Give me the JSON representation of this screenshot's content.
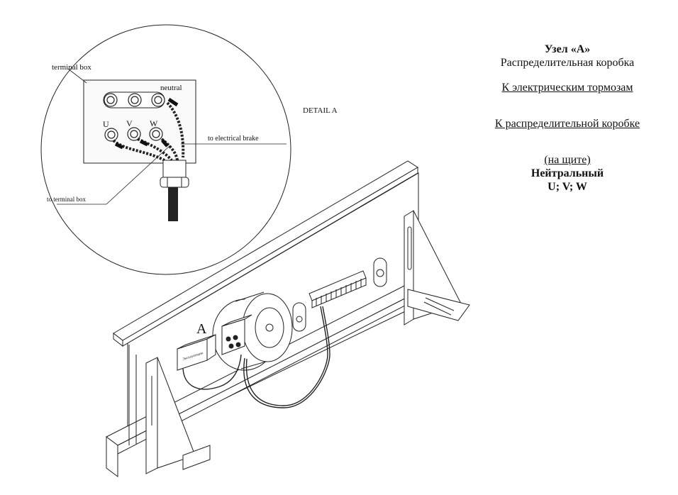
{
  "diagram": {
    "labels": {
      "terminal_box": "terminal box",
      "neutral": "neutral",
      "u": "U",
      "v": "V",
      "w": "W",
      "to_electrical_brake": "to electrical brake",
      "to_terminal_box": "to terminal box",
      "detail_a": "DETAIL A",
      "callout_a": "A",
      "box_text": "Эксплуатация"
    }
  },
  "legend": {
    "title": "Узел «А»",
    "subtitle": "Распределительная коробка",
    "electrical_brakes": "К электрическим тормозам",
    "to_distribution_box": "К распределительной коробке",
    "on_panel": "(на щите)",
    "neutral": "Нейтральный",
    "phases": "U; V; W"
  }
}
